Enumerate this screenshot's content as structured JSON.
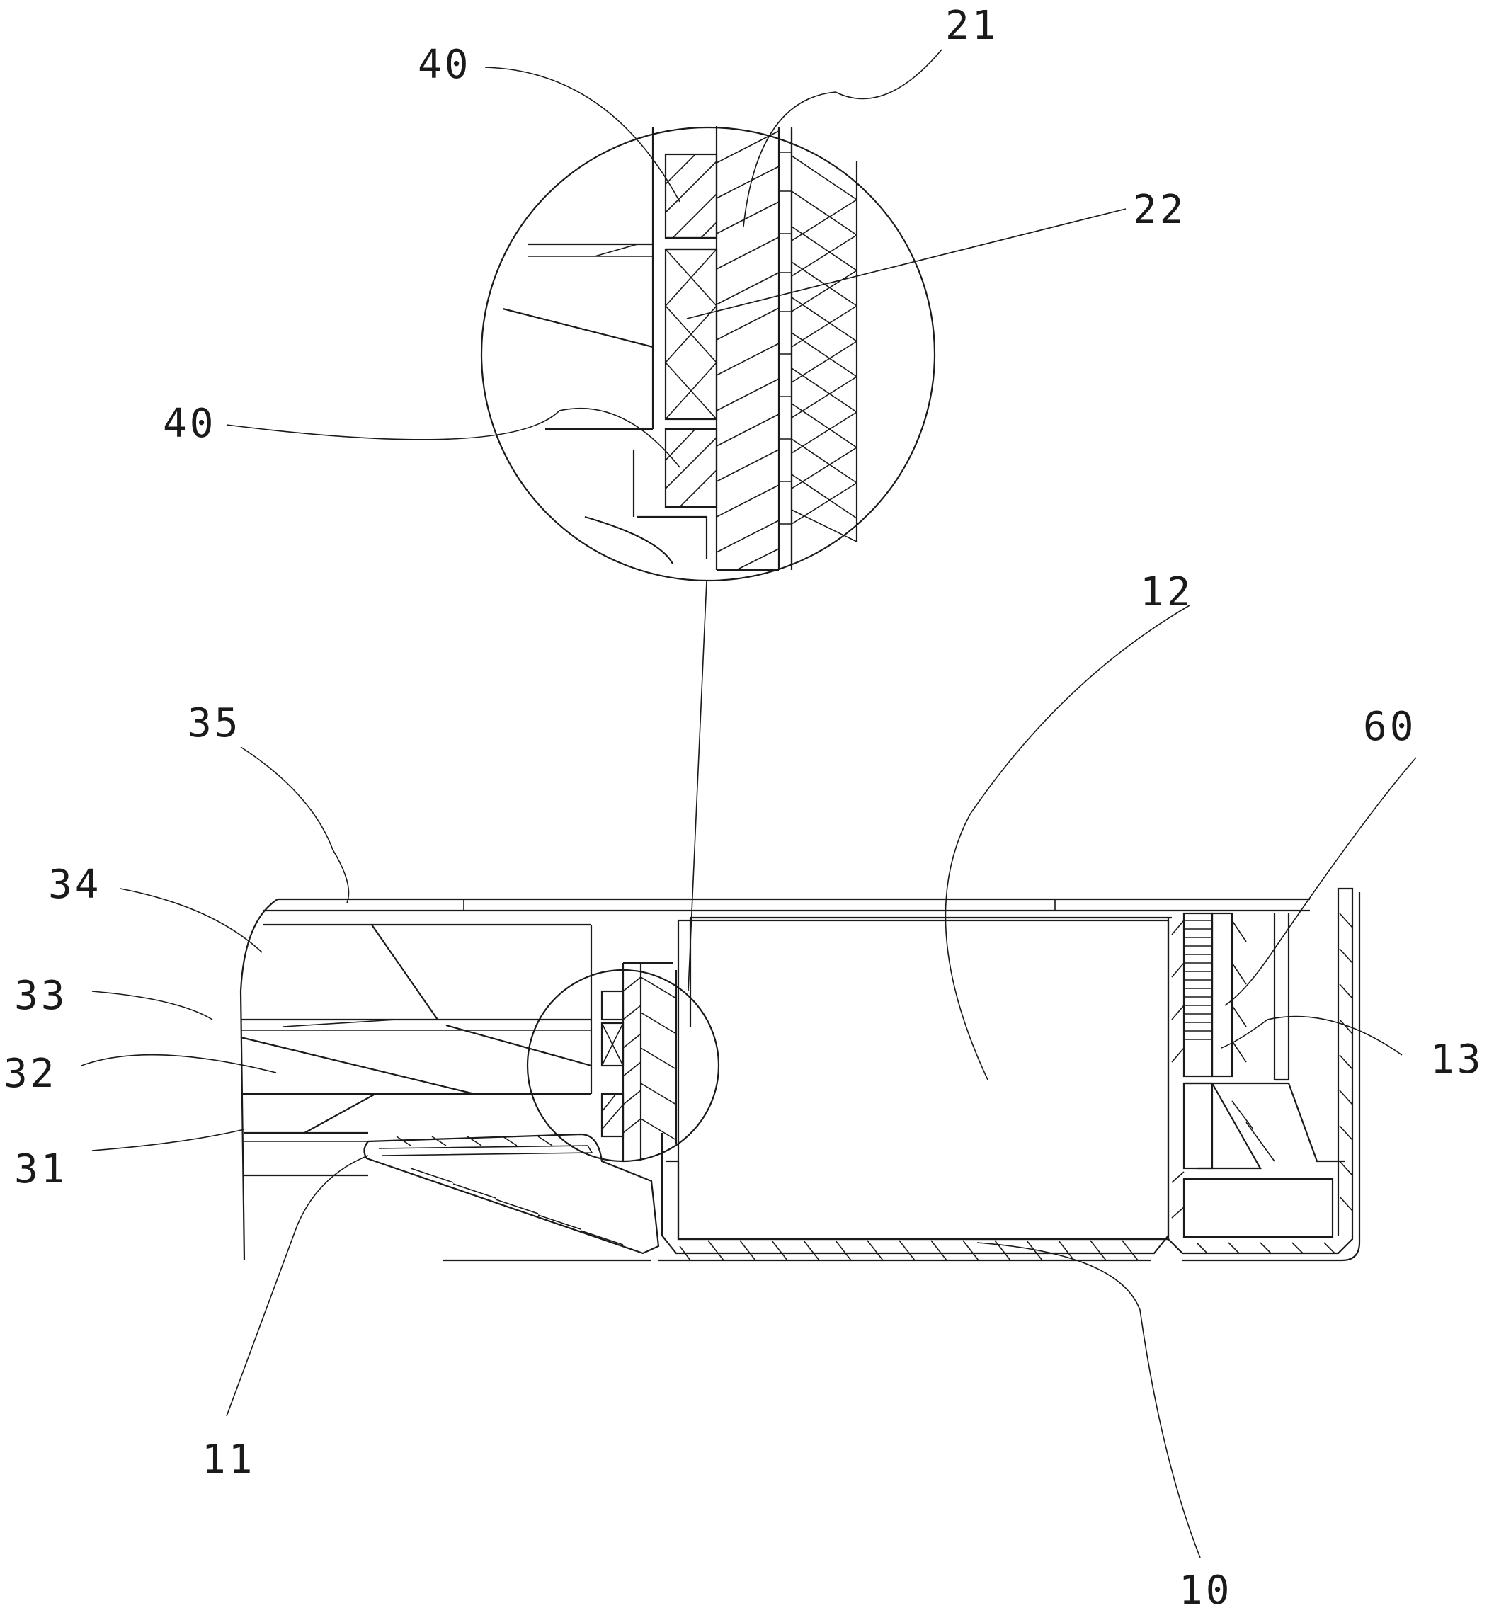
{
  "drawing": {
    "labels": {
      "l40a": "40",
      "l21": "21",
      "l22": "22",
      "l40b": "40",
      "l12": "12",
      "l35": "35",
      "l60": "60",
      "l34": "34",
      "l33": "33",
      "l32": "32",
      "l13": "13",
      "l31": "31",
      "l11": "11",
      "l10": "10"
    }
  }
}
